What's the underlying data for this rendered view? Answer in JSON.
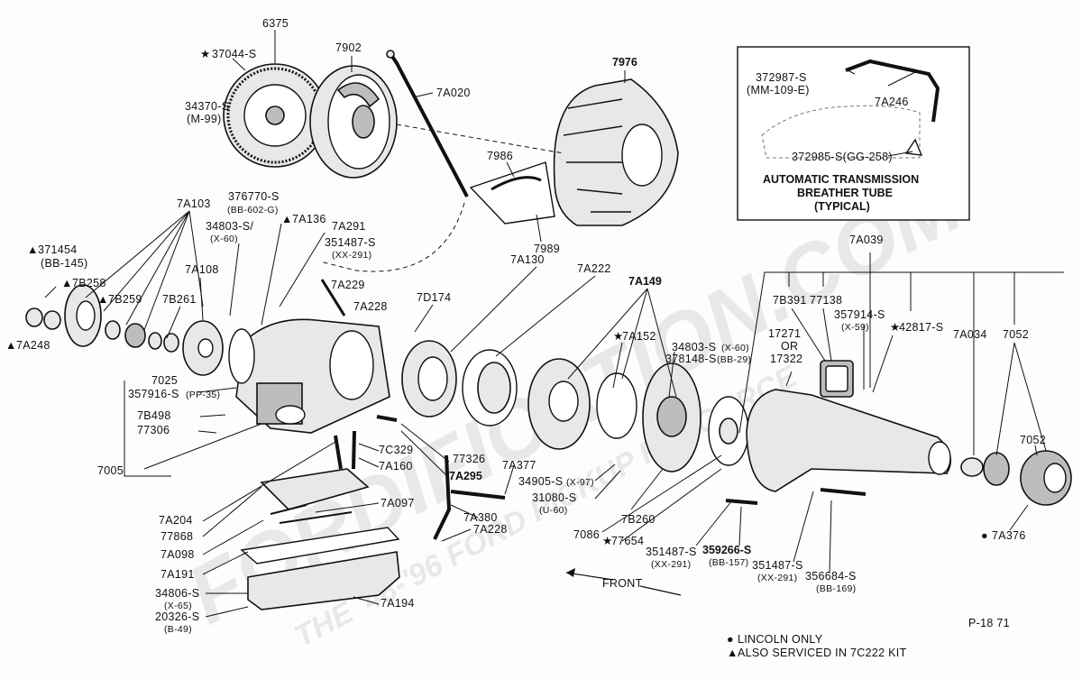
{
  "watermark": {
    "text": "FORDIFICATION.COM",
    "sub": "THE '48-'96 FORD PICKUP RESOURCE"
  },
  "inset": {
    "title_line1": "AUTOMATIC TRANSMISSION",
    "title_line2": "BREATHER TUBE",
    "title_line3": "(TYPICAL)",
    "label_a": "372987-S",
    "label_a_code": "(MM-109-E)",
    "label_b": "7A246",
    "label_c": "372985-S(GG-258)"
  },
  "labels": {
    "l_6375": "6375",
    "l_37044s": "37044-S",
    "l_34370s": "34370-S",
    "l_m99": "(M-99)",
    "l_7902": "7902",
    "l_7a020": "7A020",
    "l_7976": "7976",
    "l_7986": "7986",
    "l_7989": "7989",
    "l_7a103": "7A103",
    "l_376770s": "376770-S",
    "l_bb602g": "(BB-602-G)",
    "l_34803s_a": "34803-S/",
    "l_x60_a": "(X-60)",
    "l_7a136": "7A136",
    "l_7a291": "7A291",
    "l_351487s_a": "351487-S",
    "l_xx291_a": "(XX-291)",
    "l_371454": "371454",
    "l_bb145": "(BB-145)",
    "l_7b258": "7B258",
    "l_7b259": "7B259",
    "l_7a108": "7A108",
    "l_7b261": "7B261",
    "l_7a229": "7A229",
    "l_7a228_a": "7A228",
    "l_7a130": "7A130",
    "l_7a222": "7A222",
    "l_7a149": "7A149",
    "l_7d174": "7D174",
    "l_7a152": "7A152",
    "l_34803s_b": "34803-S",
    "l_x60_b": "(X-60)",
    "l_378148s": "378148-S",
    "l_bb29": "(BB-29)",
    "l_7a248": "7A248",
    "l_7025": "7025",
    "l_357916s": "357916-S",
    "l_pp35": "(PP-35)",
    "l_7b498": "7B498",
    "l_77306": "77306",
    "l_7005": "7005",
    "l_7c329": "7C329",
    "l_7a160": "7A160",
    "l_77326": "77326",
    "l_7a295": "7A295",
    "l_7a377": "7A377",
    "l_34905s": "34905-S",
    "l_x97": "(X-97)",
    "l_31080s": "31080-S",
    "l_u60": "(U-60)",
    "l_7a204": "7A204",
    "l_77868": "77868",
    "l_7a097": "7A097",
    "l_7a098": "7A098",
    "l_7a380": "7A380",
    "l_7a228_b": "7A228",
    "l_7a191": "7A191",
    "l_34806s": "34806-S",
    "l_x65": "(X-65)",
    "l_20326s": "20326-S",
    "l_b49": "(B-49)",
    "l_7a194": "7A194",
    "l_7a039": "7A039",
    "l_7b391": "7B391",
    "l_77138": "77138",
    "l_357914s": "357914-S",
    "l_x59": "(X-59)",
    "l_42817s": "42817-S",
    "l_7a034": "7A034",
    "l_7052_a": "7052",
    "l_17271": "17271",
    "l_or": "OR",
    "l_17322": "17322",
    "l_7052_b": "7052",
    "l_7086": "7086",
    "l_77654": "77654",
    "l_7b260": "7B260",
    "l_351487s_b": "351487-S",
    "l_xx291_b": "(XX-291)",
    "l_359266s": "359266-S",
    "l_bb157": "(BB-157)",
    "l_351487s_c": "351487-S",
    "l_xx291_c": "(XX-291)",
    "l_356684s": "356684-S",
    "l_bb169": "(BB-169)",
    "l_7a376": "7A376",
    "l_front": "FRONT",
    "l_pnum": "P-18 71"
  },
  "legend": {
    "dot_text": "LINCOLN ONLY",
    "tri_text": "ALSO SERVICED IN 7C222 KIT"
  },
  "symbols": {
    "star": "★",
    "triangle": "▲",
    "dot": "●"
  },
  "icons": {
    "arrow": "left-arrow-icon"
  }
}
